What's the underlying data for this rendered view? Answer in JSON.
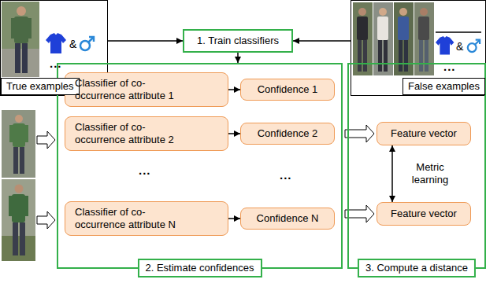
{
  "diagram": {
    "nodes": [
      {
        "text": [
          "True examples"
        ]
      },
      {
        "text": [
          "False examples"
        ]
      },
      {
        "text": [
          "1. Train classifiers"
        ]
      },
      {
        "text": [
          "2. Estimate confidences"
        ]
      },
      {
        "text": [
          "Classifier of co-occurrence attribute 1"
        ],
        "in": 3
      },
      {
        "text": [
          "Confidence 1"
        ],
        "in": 3
      },
      {
        "text": [
          "Classifier of co-occurrence attribute 2"
        ],
        "in": 3
      },
      {
        "text": [
          "Confidence 2"
        ],
        "in": 3
      },
      {
        "text": [
          "Classifier of co-occurrence attribute N"
        ],
        "in": 3
      },
      {
        "text": [
          "Confidence N"
        ],
        "in": 3
      },
      {
        "text": [
          "3. Compute a distance"
        ]
      },
      {
        "text": [
          "Feature vector"
        ],
        "in": 10
      },
      {
        "text": [
          "Feature vector"
        ],
        "in": 10
      }
    ],
    "edges": [
      {
        "from": 0,
        "to": 2,
        "arrow": "to"
      },
      {
        "from": 1,
        "to": 2,
        "arrow": "to"
      },
      {
        "from": 2,
        "to": 3,
        "arrow": "to"
      },
      {
        "from": 4,
        "to": 5,
        "arrow": "to"
      },
      {
        "from": 6,
        "to": 7,
        "arrow": "to"
      },
      {
        "from": 8,
        "to": 9,
        "arrow": "to"
      },
      {
        "from": 3,
        "to": 11,
        "arrow": "to"
      },
      {
        "from": 3,
        "to": 12,
        "arrow": "to"
      },
      {
        "from": 11,
        "to": 12,
        "label": "Metric learning",
        "arrow": "both"
      }
    ],
    "labels": [
      "&",
      "...",
      "&",
      "...",
      "...",
      "..."
    ]
  }
}
